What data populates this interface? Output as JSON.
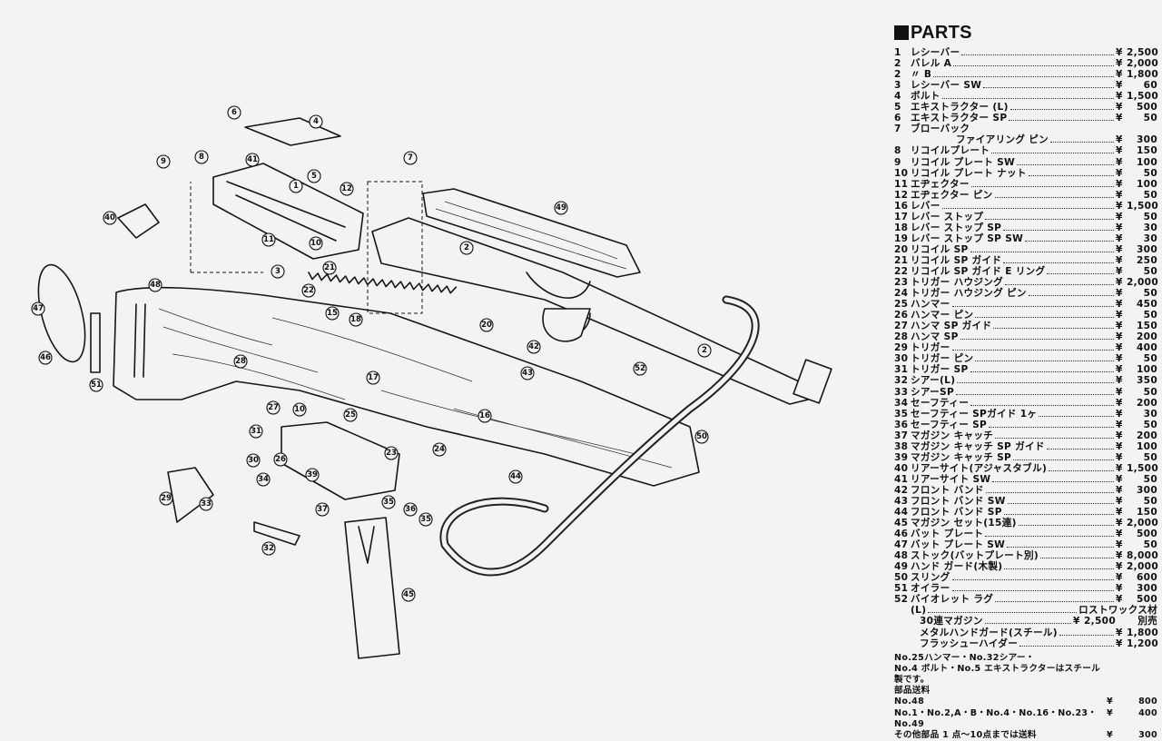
{
  "parts": {
    "title": "PARTS",
    "currency": "¥",
    "items": [
      {
        "no": "1",
        "name": "レシーバー",
        "price": "2,500"
      },
      {
        "no": "2",
        "name": "バレル A",
        "price": "2,000"
      },
      {
        "no": "2",
        "name": "〃 B",
        "price": "1,800"
      },
      {
        "no": "3",
        "name": "レシーバー SW",
        "price": "60"
      },
      {
        "no": "4",
        "name": "ボルト",
        "price": "1,500"
      },
      {
        "no": "5",
        "name": "エキストラクター (L)",
        "price": "500"
      },
      {
        "no": "6",
        "name": "エキストラクター SP",
        "price": "50"
      },
      {
        "no": "7",
        "name": "ブローバック",
        "name2": "ファイアリング ピン",
        "price": "300"
      },
      {
        "no": "8",
        "name": "リコイルプレート",
        "price": "150"
      },
      {
        "no": "9",
        "name": "リコイル プレート SW",
        "price": "100"
      },
      {
        "no": "10",
        "name": "リコイル プレート ナット",
        "price": "50"
      },
      {
        "no": "11",
        "name": "エヂェクター",
        "price": "100"
      },
      {
        "no": "12",
        "name": "エヂェクター ピン",
        "price": "50"
      },
      {
        "no": "16",
        "name": "レバー",
        "price": "1,500"
      },
      {
        "no": "17",
        "name": "レバー ストップ",
        "price": "50"
      },
      {
        "no": "18",
        "name": "レバー ストップ SP",
        "price": "30"
      },
      {
        "no": "19",
        "name": "レバー ストップ SP SW",
        "price": "30"
      },
      {
        "no": "20",
        "name": "リコイル SP",
        "price": "300"
      },
      {
        "no": "21",
        "name": "リコイル SP ガイド",
        "price": "250"
      },
      {
        "no": "22",
        "name": "リコイル SP ガイド E リング",
        "price": "50"
      },
      {
        "no": "23",
        "name": "トリガー ハウジング",
        "price": "2,000"
      },
      {
        "no": "24",
        "name": "トリガー ハウジング ピン",
        "price": "50"
      },
      {
        "no": "25",
        "name": "ハンマー",
        "price": "450"
      },
      {
        "no": "26",
        "name": "ハンマー ピン",
        "price": "50"
      },
      {
        "no": "27",
        "name": "ハンマ SP ガイド",
        "price": "150"
      },
      {
        "no": "28",
        "name": "ハンマ SP",
        "price": "200"
      },
      {
        "no": "29",
        "name": "トリガー",
        "price": "400"
      },
      {
        "no": "30",
        "name": "トリガー ピン",
        "price": "50"
      },
      {
        "no": "31",
        "name": "トリガー SP",
        "price": "100"
      },
      {
        "no": "32",
        "name": "シアー(L)",
        "price": "350"
      },
      {
        "no": "33",
        "name": "シアーSP",
        "price": "50"
      },
      {
        "no": "34",
        "name": "セーフティー",
        "price": "200"
      },
      {
        "no": "35",
        "name": "セーフティー SPガイド 1ヶ",
        "price": "30"
      },
      {
        "no": "36",
        "name": "セーフティー SP",
        "price": "50"
      },
      {
        "no": "37",
        "name": "マガジン キャッチ",
        "price": "200"
      },
      {
        "no": "38",
        "name": "マガジン キャッチ SP ガイド",
        "price": "100"
      },
      {
        "no": "39",
        "name": "マガジン キャッチ SP",
        "price": "50"
      },
      {
        "no": "40",
        "name": "リアーサイト(アジャスタブル)",
        "price": "1,500"
      },
      {
        "no": "41",
        "name": "リアーサイト SW",
        "price": "50"
      },
      {
        "no": "42",
        "name": "フロント バンド",
        "price": "300"
      },
      {
        "no": "43",
        "name": "フロント バンド SW",
        "price": "50"
      },
      {
        "no": "44",
        "name": "フロント バンド SP",
        "price": "150"
      },
      {
        "no": "45",
        "name": "マガジン セット(15連)",
        "price": "2,000"
      },
      {
        "no": "46",
        "name": "バット プレート",
        "price": "500"
      },
      {
        "no": "47",
        "name": "バット プレート SW",
        "price": "50"
      },
      {
        "no": "48",
        "name": "ストック(バットプレート別)",
        "price": "8,000"
      },
      {
        "no": "49",
        "name": "ハンド ガード(木製)",
        "price": "2,000"
      },
      {
        "no": "50",
        "name": "スリング",
        "price": "600"
      },
      {
        "no": "51",
        "name": "オイラー",
        "price": "300"
      },
      {
        "no": "52",
        "name": "バイオレット ラグ",
        "price": "500"
      }
    ],
    "material": {
      "label": "(L)",
      "value": "ロストワックス材"
    },
    "extras": [
      {
        "name": "30連マガジン",
        "price": "2,500",
        "tag": "別売"
      },
      {
        "name": "メタルハンドガード(スチール)",
        "price": "1,800"
      },
      {
        "name": "フラッシューハイダー",
        "price": "1,200"
      }
    ],
    "note": [
      "No.25ハンマー・No.32シアー・",
      "No.4 ボルト・No.5 エキストラクターはスチール",
      "製です。"
    ],
    "shipping": {
      "heading": "部品送料",
      "rows": [
        {
          "desc": "No.48",
          "price": "800"
        },
        {
          "desc": "No.1・No.2,A・B・No.4・No.16・No.23・No.49",
          "price": "400"
        },
        {
          "desc": "その他部品 1 点～10点までは送料",
          "price": "300"
        }
      ]
    }
  },
  "diagram": {
    "callouts": [
      "6",
      "4",
      "8",
      "9",
      "41",
      "1",
      "5",
      "12",
      "7",
      "49",
      "40",
      "11",
      "10",
      "3",
      "21",
      "2",
      "22",
      "48",
      "47",
      "46",
      "51",
      "15",
      "18",
      "20",
      "42",
      "43",
      "52",
      "2",
      "28",
      "17",
      "16",
      "27",
      "10",
      "25",
      "50",
      "31",
      "23",
      "24",
      "44",
      "30",
      "34",
      "26",
      "39",
      "29",
      "33",
      "37",
      "35",
      "36",
      "35",
      "32",
      "45"
    ]
  }
}
